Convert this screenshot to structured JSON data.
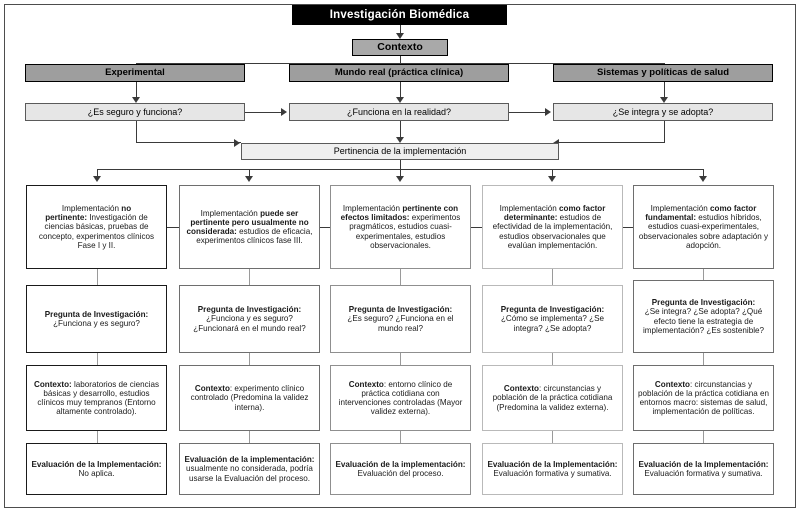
{
  "diagram": {
    "title": "Investigación Biomédica",
    "context_label": "Contexto",
    "relevance_label": "Pertinencia de la implementación",
    "domains": [
      {
        "label": "Experimental"
      },
      {
        "label": "Mundo real (práctica clínica)"
      },
      {
        "label": "Sistemas y políticas de salud"
      }
    ],
    "questions": [
      {
        "label": "¿Es seguro y funciona?"
      },
      {
        "label": "¿Funciona en la realidad?"
      },
      {
        "label": "¿Se integra y se adopta?"
      }
    ],
    "columns": [
      {
        "id": "col-no-pertinente",
        "implementation": {
          "head_a": "Implementación ",
          "head_b": "no",
          "head_c": "pertinente:",
          "body": "Investigación de ciencias básicas, pruebas de concepto, experimentos clínicos Fase I y II."
        },
        "research_question": {
          "label": "Pregunta de Investigación:",
          "body": "¿Funciona y es seguro?"
        },
        "context": {
          "label": "Contexto:",
          "body": " laboratorios de ciencias básicas y desarrollo, estudios clínicos muy tempranos (Entorno altamente controlado)."
        },
        "evaluation": {
          "label": "Evaluación de la Implementación:",
          "body": " No aplica."
        }
      },
      {
        "id": "col-puede-ser-pertinente",
        "implementation": {
          "head_a": "Implementación ",
          "head_b": "puede ser pertinente",
          "head_c": " pero usualmente no considerada:",
          "body": " estudios de eficacia, experimentos clínicos fase III."
        },
        "research_question": {
          "label": "Pregunta de Investigación:",
          "body": "¿Funciona y es seguro? ¿Funcionará en el mundo real?"
        },
        "context": {
          "label": "Contexto",
          "body": ": experimento clínico controlado (Predomina la validez interna)."
        },
        "evaluation": {
          "label": "Evaluación de la implementación:",
          "body": " usualmente no considerada, podría usarse la Evaluación del proceso."
        }
      },
      {
        "id": "col-pertinente-efectos-limitados",
        "implementation": {
          "head_a": "Implementación ",
          "head_b": "pertinente con efectos limitados",
          "head_c": ":",
          "body": " experimentos pragmáticos, estudios cuasi-experimentales, estudios observacionales."
        },
        "research_question": {
          "label": "Pregunta de Investigación:",
          "body": "¿Es seguro? ¿Funciona en el mundo real?"
        },
        "context": {
          "label": "Contexto",
          "body": ": entorno clínico de práctica cotidiana con intervenciones controladas (Mayor validez externa)."
        },
        "evaluation": {
          "label": "Evaluación de la implementación:",
          "body": " Evaluación del proceso."
        }
      },
      {
        "id": "col-factor-determinante",
        "implementation": {
          "head_a": "Implementación ",
          "head_b": "como factor determinante",
          "head_c": ":",
          "body": " estudios de efectividad de la implementación, estudios observacionales que evalúan implementación."
        },
        "research_question": {
          "label": "Pregunta de Investigación:",
          "body": "¿Cómo se implementa? ¿Se integra? ¿Se adopta?"
        },
        "context": {
          "label": "Contexto",
          "body": ": circunstancias y población de la práctica cotidiana (Predomina la validez externa)."
        },
        "evaluation": {
          "label": "Evaluación de la Implementación:",
          "body": " Evaluación formativa y sumativa."
        }
      },
      {
        "id": "col-factor-fundamental",
        "implementation": {
          "head_a": "Implementación ",
          "head_b": "como factor fundamental",
          "head_c": ":",
          "body": " estudios híbridos, estudios cuasi-experimentales, observacionales sobre adaptación y adopción."
        },
        "research_question": {
          "label": "Pregunta de Investigación:",
          "body": "¿Se integra? ¿Se adopta? ¿Qué efecto tiene la estrategia de implementación? ¿Es sostenible?"
        },
        "context": {
          "label": "Contexto",
          "body": ": circunstancias y población de la práctica cotidiana en entornos macro: sistemas de salud, implementación de políticas."
        },
        "evaluation": {
          "label": "Evaluación de la Implementación:",
          "body": " Evaluación formativa y sumativa."
        }
      }
    ],
    "colors": {
      "title_bg": "#000000",
      "title_fg": "#ffffff",
      "context_bg": "#a9a9a9",
      "domain_bg": "#9e9e9e",
      "question_bg": "#e6e6e6",
      "relevance_bg": "#efefef",
      "frame_border": "#4d4d4d",
      "connector": "#3a3a3a"
    }
  }
}
